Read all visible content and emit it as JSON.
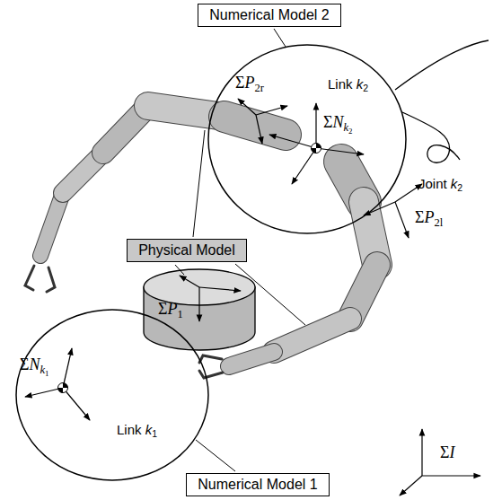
{
  "diagram": {
    "nodes": [
      {
        "text": [
          "Numerical Model 2"
        ]
      },
      {
        "text": [
          "Physical Model"
        ]
      },
      {
        "text": [
          "Numerical Model 1"
        ]
      }
    ],
    "labels": [
      "Link k2",
      "ΣP2r",
      "ΣNk2",
      "Joint k2",
      "ΣP2l",
      "ΣP1",
      "ΣNk1",
      "Link k1",
      "ΣI"
    ]
  }
}
